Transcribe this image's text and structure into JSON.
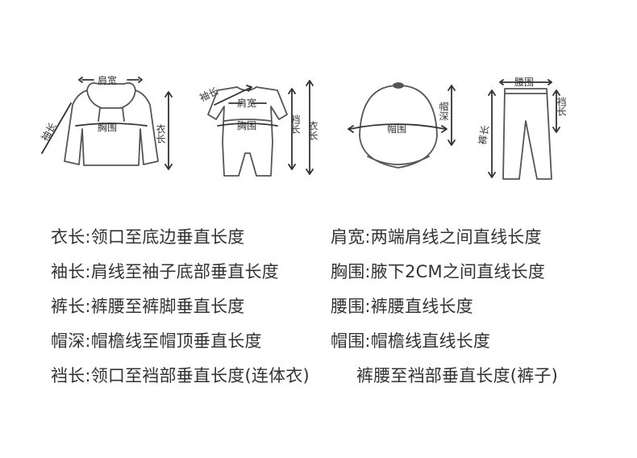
{
  "labels": {
    "shoulder": "肩宽",
    "chest": "胸围",
    "sleeve": "袖长",
    "length": "衣长",
    "crotch": "裆长",
    "hat_circ": "帽围",
    "hat_depth": "帽深",
    "waist": "腰围",
    "pants_len": "裤长"
  },
  "definitions": [
    {
      "term": "衣长:",
      "desc": "领口至底边垂直长度"
    },
    {
      "term": "肩宽:",
      "desc": "两端肩线之间直线长度"
    },
    {
      "term": "袖长:",
      "desc": "肩线至袖子底部垂直长度"
    },
    {
      "term": "胸围:",
      "desc": "腋下2CM之间直线长度"
    },
    {
      "term": "裤长:",
      "desc": "裤腰至裤脚垂直长度"
    },
    {
      "term": "腰围:",
      "desc": "裤腰直线长度"
    },
    {
      "term": "帽深:",
      "desc": "帽檐线至帽顶垂直长度"
    },
    {
      "term": "帽围:",
      "desc": "帽檐线直线长度"
    },
    {
      "term": "裆长:",
      "desc": "领口至裆部垂直长度(连体衣)"
    },
    {
      "term": "",
      "desc": "裤腰至裆部垂直长度(裤子)"
    }
  ]
}
